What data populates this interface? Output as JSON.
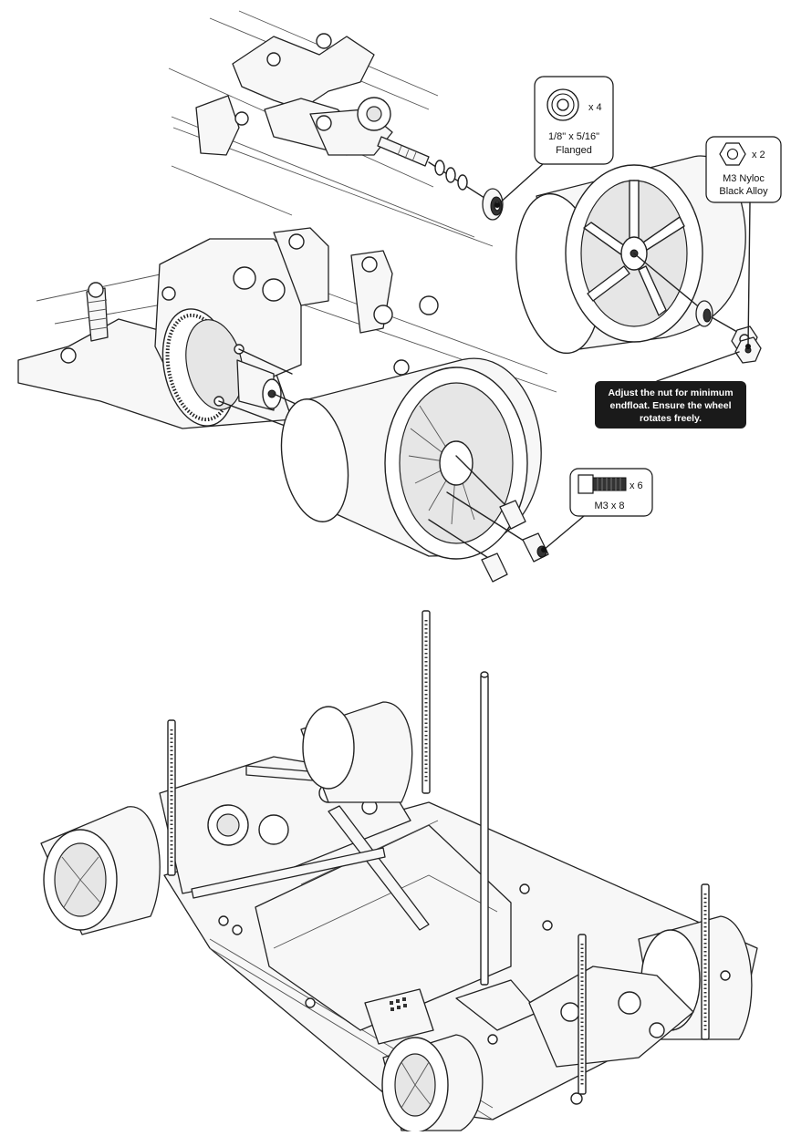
{
  "callouts": {
    "bearing": {
      "qty": "x 4",
      "line1": "1/8\" x 5/16\"",
      "line2": "Flanged",
      "icon": "flanged-bearing-icon"
    },
    "nut": {
      "qty": "x 2",
      "line1": "M3 Nyloc",
      "line2": "Black Alloy",
      "icon": "hex-nut-icon"
    },
    "screw": {
      "qty": "x 6",
      "label": "M3 x 8",
      "icon": "cap-screw-icon"
    }
  },
  "note": {
    "line1": "Adjust the nut for minimum",
    "line2": "endfloat.  Ensure the wheel",
    "line3": "rotates freely."
  }
}
